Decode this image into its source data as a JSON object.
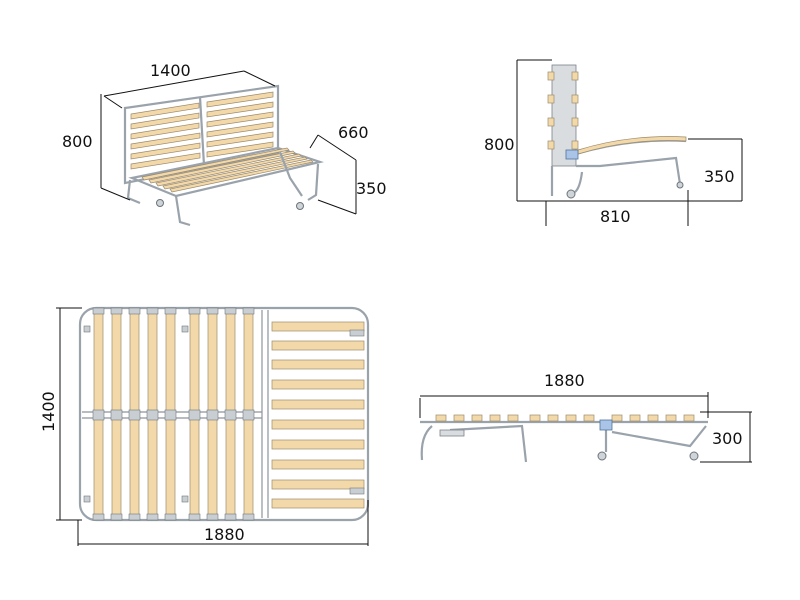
{
  "views": {
    "perspective": {
      "width_label": "1400",
      "height_label": "800",
      "depth_label": "660",
      "seat_height_label": "350"
    },
    "side": {
      "height_label": "800",
      "depth_label": "810",
      "seat_height_label": "350"
    },
    "top": {
      "width_label": "1400",
      "length_label": "1880"
    },
    "flat_side": {
      "length_label": "1880",
      "height_label": "300"
    }
  },
  "colors": {
    "slat": "#f3d9a9",
    "frame": "#9aa3ab",
    "dimension": "#111111"
  }
}
